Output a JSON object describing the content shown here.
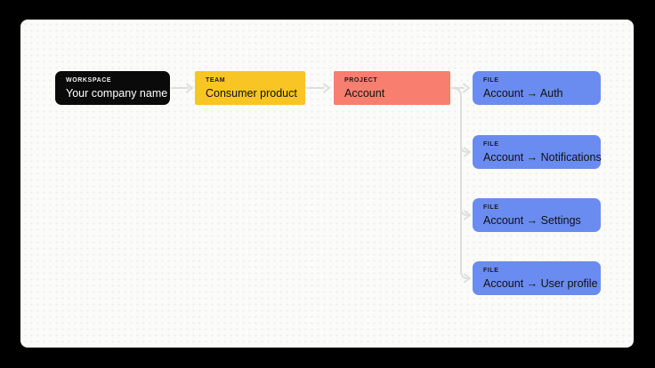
{
  "canvas": {
    "background_color": "#FBFBF9",
    "frame_color": "#000000",
    "dot_grid_color": "#EDEDEA"
  },
  "connectors": {
    "color": "#DFDFDA",
    "arrow_style": "chevron-right"
  },
  "nodes": [
    {
      "type": "workspace",
      "label": "WORKSPACE",
      "title": "Your company name",
      "color": "#0A0A0A",
      "text_color": "#FFFFFF"
    },
    {
      "type": "team",
      "label": "TEAM",
      "title": "Consumer product",
      "color": "#F8C525",
      "text_color": "#111111"
    },
    {
      "type": "project",
      "label": "PROJECT",
      "title": "Account",
      "color": "#F87E6F",
      "text_color": "#111111"
    },
    {
      "type": "file",
      "label": "FILE",
      "title": "Account → Auth",
      "color": "#6A8BF0",
      "text_color": "#111111"
    },
    {
      "type": "file",
      "label": "FILE",
      "title": "Account → Notifications",
      "color": "#6A8BF0",
      "text_color": "#111111"
    },
    {
      "type": "file",
      "label": "FILE",
      "title": "Account → Settings",
      "color": "#6A8BF0",
      "text_color": "#111111"
    },
    {
      "type": "file",
      "label": "FILE",
      "title": "Account → User profile",
      "color": "#6A8BF0",
      "text_color": "#111111"
    }
  ]
}
